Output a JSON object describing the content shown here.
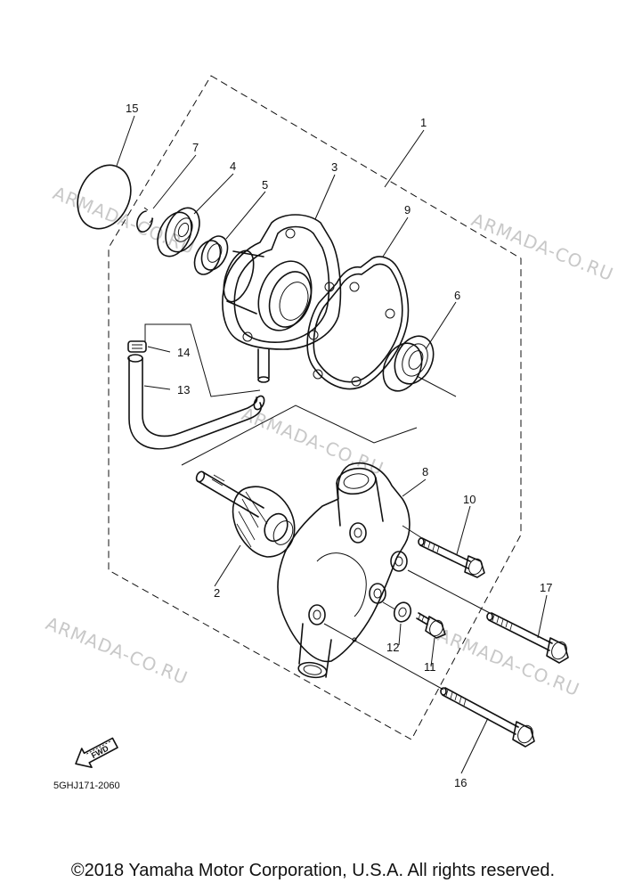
{
  "callouts": {
    "c1": "1",
    "c2": "2",
    "c3": "3",
    "c4": "4",
    "c5": "5",
    "c6": "6",
    "c7": "7",
    "c8": "8",
    "c9": "9",
    "c10": "10",
    "c11": "11",
    "c12": "12",
    "c13": "13",
    "c14": "14",
    "c15": "15",
    "c16": "16",
    "c17": "17"
  },
  "watermark": "ARMADA-CO.RU",
  "fwd_label": "FWD",
  "diagram_code": "5GHJ171-2060",
  "copyright": "©2018 Yamaha Motor Corporation, U.S.A. All rights reserved."
}
